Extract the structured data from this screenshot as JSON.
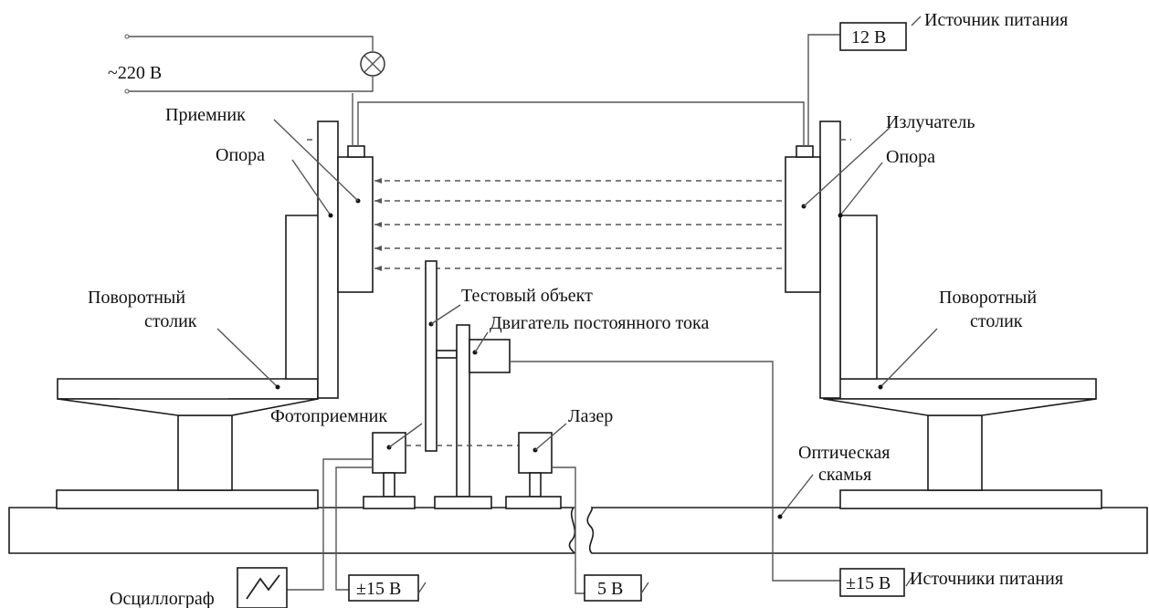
{
  "diagram": {
    "labels": {
      "mains": "~220 В",
      "psu12": "12 В",
      "power_source": "Источник питания",
      "receiver": "Приемник",
      "support_left": "Опора",
      "support_right": "Опора",
      "emitter": "Излучатель",
      "rot_table_left_1": "Поворотный",
      "rot_table_left_2": "столик",
      "rot_table_right_1": "Поворотный",
      "rot_table_right_2": "столик",
      "test_object": "Тестовый объект",
      "dc_motor": "Двигатель постоянного тока",
      "photodetector": "Фотоприемник",
      "laser": "Лазер",
      "optical_bench_1": "Оптическая",
      "optical_bench_2": "скамья",
      "oscilloscope": "Осциллограф",
      "psu15_left": "±15 В",
      "psu5": "5 В",
      "psu15_right": "±15 В",
      "power_sources": "Источники питания"
    }
  }
}
